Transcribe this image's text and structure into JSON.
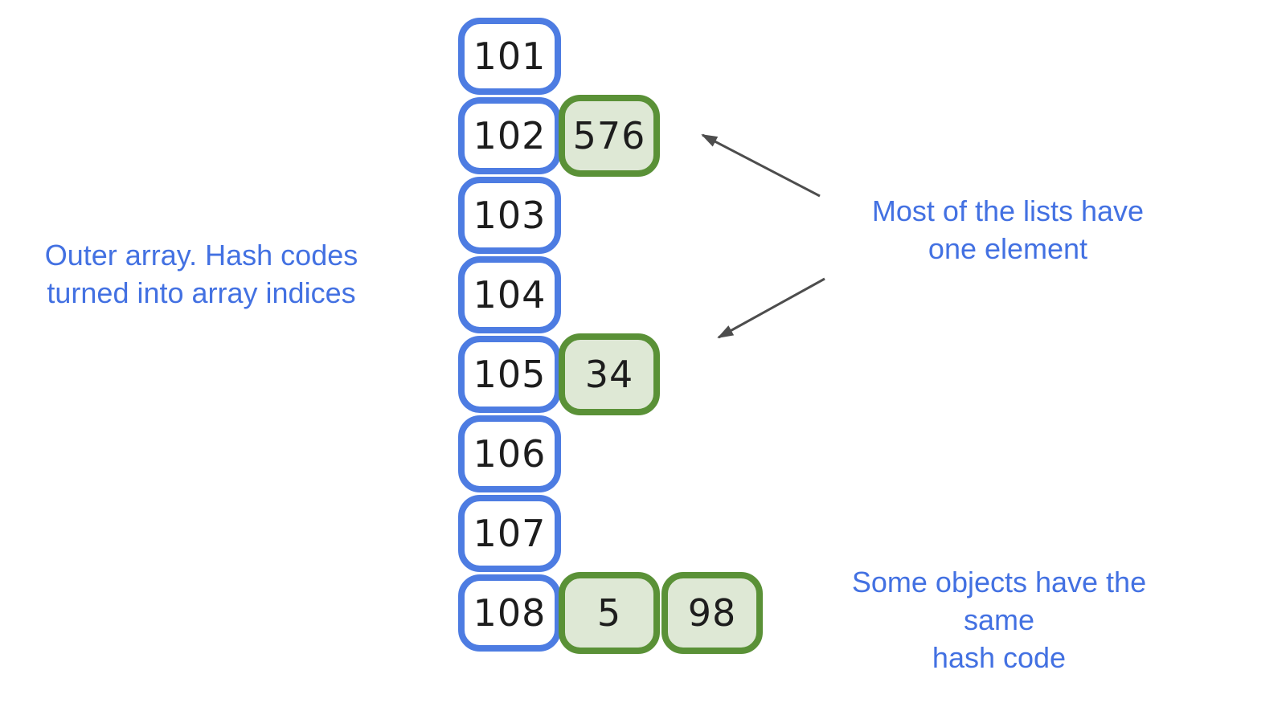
{
  "labels": {
    "outer_array": "Outer array. Hash codes\nturned into array indices",
    "most_lists": "Most of the lists have\none element",
    "same_hash": "Some objects have the same\nhash code"
  },
  "hash_table": {
    "rows": [
      {
        "index": "101",
        "values": []
      },
      {
        "index": "102",
        "values": [
          "576"
        ]
      },
      {
        "index": "103",
        "values": []
      },
      {
        "index": "104",
        "values": []
      },
      {
        "index": "105",
        "values": [
          "34"
        ]
      },
      {
        "index": "106",
        "values": []
      },
      {
        "index": "107",
        "values": []
      },
      {
        "index": "108",
        "values": [
          "5",
          "98"
        ]
      }
    ]
  },
  "colors": {
    "blue_border": "#4D7CE2",
    "green_border": "#5A9137",
    "green_fill": "#DEE8D5",
    "label_blue": "#4371E2",
    "arrow_gray": "#4D4D4D"
  }
}
